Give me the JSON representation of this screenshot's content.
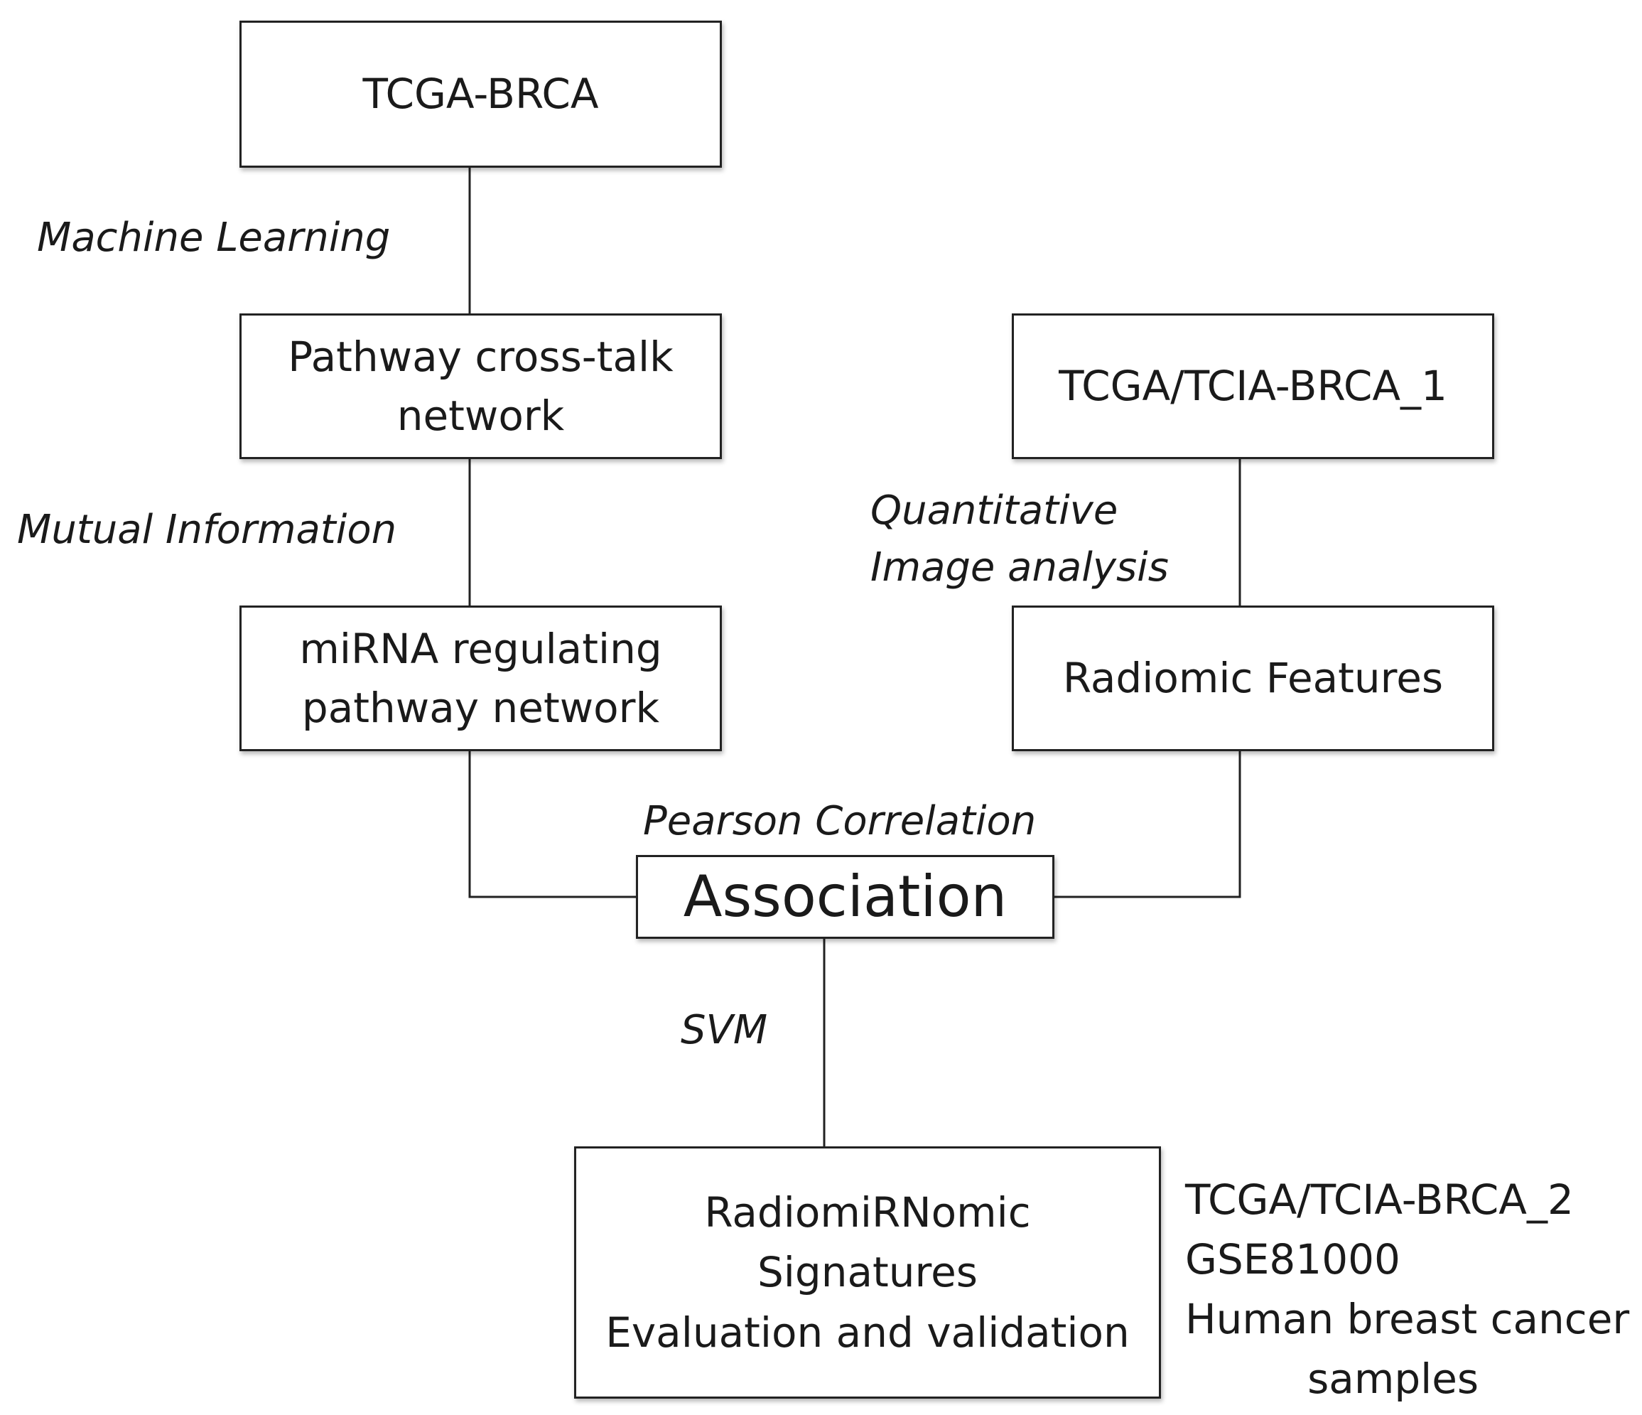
{
  "nodes": {
    "tcga_brca": {
      "lines": [
        "TCGA-BRCA"
      ]
    },
    "pathway_crosstalk": {
      "lines": [
        "Pathway cross-talk",
        "network"
      ]
    },
    "mirna_regulating": {
      "lines": [
        "miRNA regulating",
        "pathway network"
      ]
    },
    "tcga_tcia_brca_1": {
      "lines": [
        "TCGA/TCIA-BRCA_1"
      ]
    },
    "radiomic_features": {
      "lines": [
        "Radiomic Features"
      ]
    },
    "association": {
      "lines": [
        "Association"
      ]
    },
    "radiomirnomic": {
      "lines": [
        "RadiomiRNomic",
        "Signatures",
        "Evaluation and validation"
      ]
    }
  },
  "edge_labels": {
    "machine_learning": {
      "lines": [
        "Machine Learning"
      ]
    },
    "mutual_information": {
      "lines": [
        "Mutual Information"
      ]
    },
    "quantitative_image_analysis": {
      "lines": [
        "Quantitative",
        "Image analysis"
      ]
    },
    "pearson_correlation": {
      "lines": [
        "Pearson Correlation"
      ]
    },
    "svm": {
      "lines": [
        "SVM"
      ]
    }
  },
  "validation_datasets": {
    "lines": [
      "TCGA/TCIA-BRCA_2",
      "GSE81000",
      "Human breast cancer",
      "samples"
    ]
  },
  "colors": {
    "line": "#222222",
    "text": "#1a1a1a",
    "background": "#ffffff"
  }
}
